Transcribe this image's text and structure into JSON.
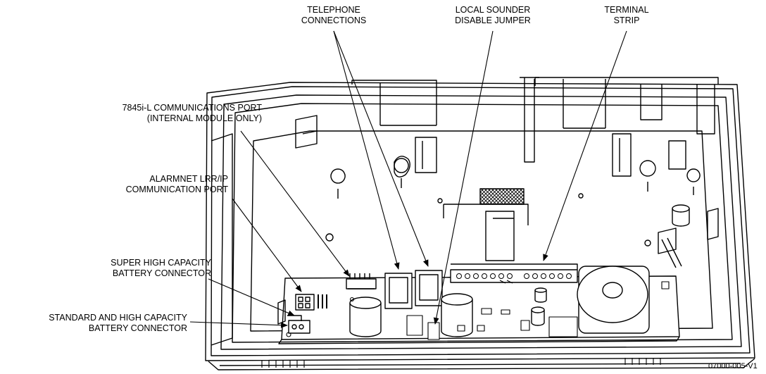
{
  "labels": {
    "telephone": [
      "TELEPHONE",
      "CONNECTIONS"
    ],
    "sounder": [
      "LOCAL SOUNDER",
      "DISABLE JUMPER"
    ],
    "terminal": [
      "TERMINAL",
      "STRIP"
    ],
    "comm_port": [
      "7845i-L COMMUNICATIONS PORT",
      "(INTERNAL MODULE ONLY)"
    ],
    "alarmnet": [
      "ALARMNET LRR/IP",
      "COMMUNICATION PORT"
    ],
    "super_battery": [
      "SUPER HIGH CAPACITY",
      "BATTERY CONNECTOR"
    ],
    "std_battery": [
      "STANDARD AND HIGH CAPACITY",
      "BATTERY CONNECTOR"
    ]
  },
  "figure_id": "07000-005-V1"
}
